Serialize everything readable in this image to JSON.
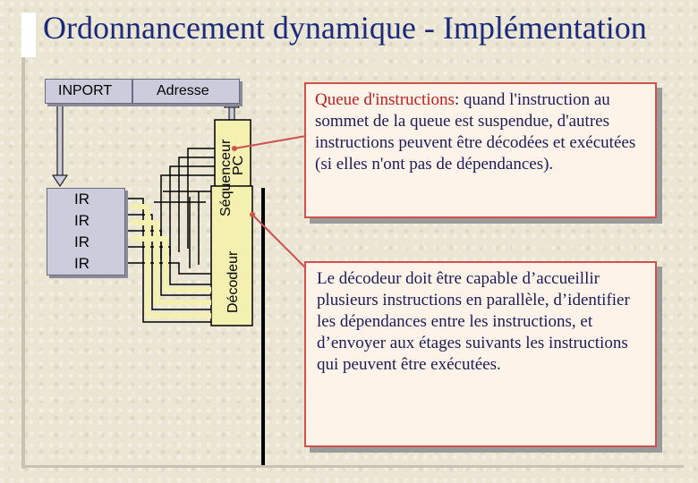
{
  "slide": {
    "title": "Ordonnancement dynamique - Implémentation"
  },
  "diagram": {
    "inport_label": "INPORT",
    "adresse_label": "Adresse",
    "ir_labels": [
      "IR",
      "IR",
      "IR",
      "IR"
    ],
    "sequenceur_label": "Séquenceur",
    "pc_label": "PC",
    "decodeur_label": "Décodeur"
  },
  "callout1": {
    "highlight": "Queue d'instructions",
    "text": ": quand l'instruction au sommet de la queue est suspendue, d'autres instructions peuvent être décodées et exécutées (si elles n'ont pas de dépendances)."
  },
  "callout2": {
    "text": "Le décodeur doit être capable d’accueillir plusieurs instructions en parallèle, d’identifier les dépendances entre les instructions, et d’envoyer aux étages suivants les instructions qui peuvent être exécutées."
  },
  "colors": {
    "title": "#1b2a7a",
    "box_fill": "#ccccdd",
    "wire_fill": "#f4f0b0",
    "callout_border": "#d05050",
    "callout_text": "#1c1c5a",
    "highlight": "#c02020"
  }
}
